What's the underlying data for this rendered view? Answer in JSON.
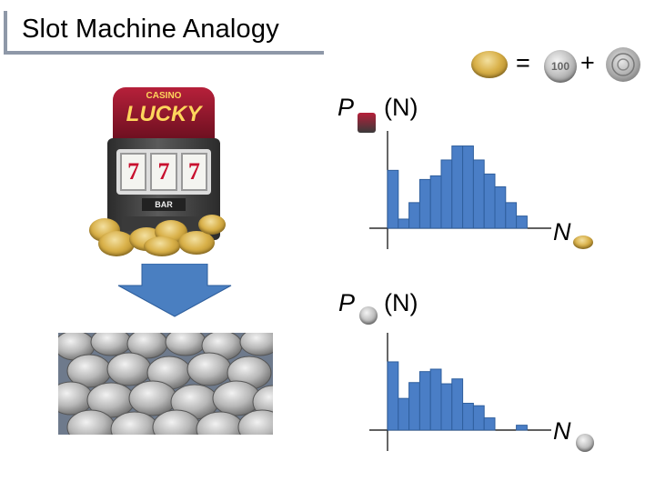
{
  "title": "Slot Machine Analogy",
  "equation": {
    "equals": "=",
    "plus": "+",
    "silver_coin_label": "100"
  },
  "slot_machine": {
    "marquee_top": "CASINO",
    "marquee_main": "LUCKY",
    "reels": [
      "7",
      "7",
      "7"
    ],
    "bar_label": "BAR"
  },
  "chart_data": [
    {
      "type": "bar",
      "ylabel_main": "P",
      "ylabel_arg": "(N)",
      "xlabel": "N",
      "values": [
        9.5,
        1.5,
        4.2,
        8.0,
        8.6,
        11.2,
        13.5,
        13.5,
        11.2,
        8.9,
        6.8,
        4.2,
        2.0,
        0
      ]
    },
    {
      "type": "bar",
      "ylabel_main": "P",
      "ylabel_arg": "(N)",
      "xlabel": "N",
      "values": [
        11.2,
        5.2,
        7.8,
        9.6,
        10.0,
        7.6,
        8.4,
        4.4,
        4.0,
        2.0,
        0,
        0,
        0.8,
        0
      ]
    }
  ],
  "colors": {
    "bar_fill": "#4a7ec6",
    "bar_stroke": "#2f5f9d",
    "arrow": "#4a7fc1",
    "title_rule": "#8e98a8"
  },
  "icons": [
    "gold-coin-icon",
    "100-yen-coin-icon",
    "decorated-silver-coin-icon",
    "slot-machine-icon"
  ]
}
